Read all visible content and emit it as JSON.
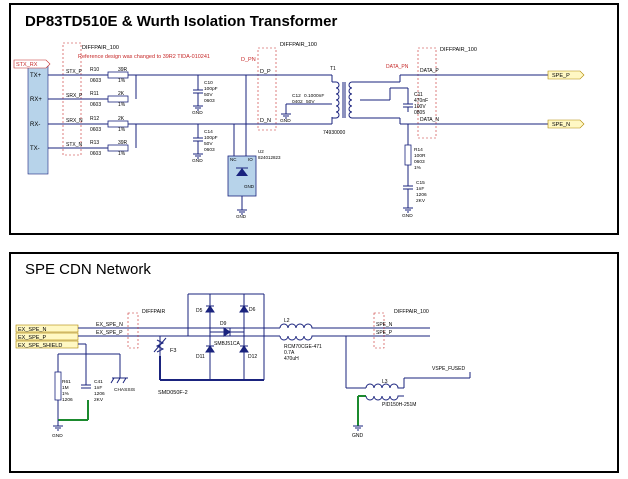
{
  "panels": {
    "top_title": "DP83TD510E & Wurth Isolation Transformer",
    "bottom_title": "SPE CDN Network"
  },
  "top": {
    "connector_pins": [
      "TX+",
      "RX+",
      "RX-",
      "TX-"
    ],
    "left_labels": [
      "STX_RX",
      "STX_P",
      "SRX_P",
      "SRX_N",
      "STX_N"
    ],
    "diffpair": "DIFFPAIR_100",
    "note": "Reference design was changed to 39R2 TIDA-010241",
    "resistors": [
      {
        "ref": "R10",
        "pkg": "0603",
        "val": "39R",
        "tol": "1%"
      },
      {
        "ref": "R11",
        "pkg": "0603",
        "val": "2K",
        "tol": "1%"
      },
      {
        "ref": "R12",
        "pkg": "0603",
        "val": "2K",
        "tol": "1%"
      },
      {
        "ref": "R13",
        "pkg": "0603",
        "val": "39R",
        "tol": "1%"
      }
    ],
    "c10": [
      "C10",
      "100pF",
      "50V",
      "0603"
    ],
    "c14": [
      "C14",
      "100pF",
      "50V",
      "0603"
    ],
    "c12": [
      "C12",
      "0.1000nF",
      "0402",
      "50V"
    ],
    "c11": [
      "C11",
      "470nF",
      "100V",
      "0805"
    ],
    "c15": [
      "C15",
      "1nF",
      "1206",
      "2KV"
    ],
    "r14": [
      "R14",
      "100R",
      "0603",
      "1%"
    ],
    "d_pn": "D_PN",
    "d_p": "D_P",
    "d_n": "D_N",
    "tvs": {
      "ref": "U2",
      "part": "824012823",
      "nc": "NC",
      "io": "IO",
      "gnd": "GND"
    },
    "t1": {
      "ref": "T1",
      "part": "74930000"
    },
    "data_pn": "DATA_PN",
    "data_p": "DATA_P",
    "data_n": "DATA_N",
    "spe_p": "SPE_P",
    "spe_n": "SPE_N",
    "gnd": "GND"
  },
  "bottom": {
    "ports": [
      "EX_SPE_N",
      "EX_SPE_P",
      "EX_SPE_SHIELD"
    ],
    "ex_spe_n": "EX_SPE_N",
    "ex_spe_p": "EX_SPE_P",
    "diffpair": "DIFFPAIR",
    "diffpair_100": "DIFFPAIR_100",
    "r61": [
      "R61",
      "1M",
      "1%",
      "1206"
    ],
    "c41": [
      "C41",
      "1nF",
      "1206",
      "2KV"
    ],
    "chassis": "CHASSIS",
    "fuse": {
      "ref": "F3",
      "part": "SMD050F-2"
    },
    "diodes": [
      "D5",
      "D6",
      "D9",
      "D11",
      "D12"
    ],
    "d9_part": "SMBJ51CA",
    "l2": {
      "ref": "L2",
      "part": "RCM70CGE-471",
      "a": "0.7A",
      "l": "470uH"
    },
    "l3": {
      "ref": "L3",
      "part": "PID150H-251M"
    },
    "spe_n": "SPE_N",
    "spe_p": "SPE_P",
    "vspe": "VSPE_FUSED",
    "gnd": "GND"
  }
}
